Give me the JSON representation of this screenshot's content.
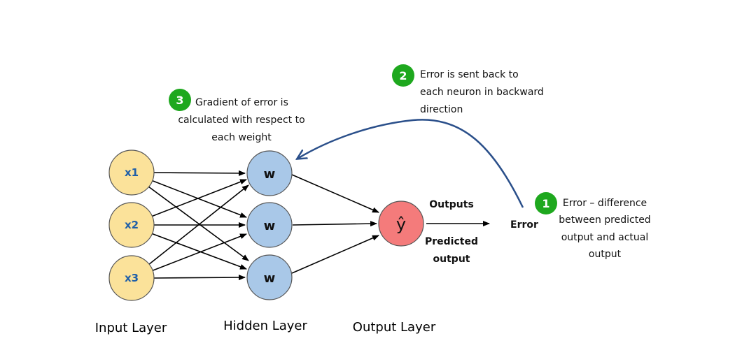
{
  "input_nodes": [
    "x1",
    "x2",
    "x3"
  ],
  "hidden_nodes": [
    "w",
    "w",
    "w"
  ],
  "output_node": "ŷ",
  "layers": {
    "input": "Input Layer",
    "hidden": "Hidden Layer",
    "output": "Output Layer"
  },
  "outputs_label": "Outputs",
  "predicted_output_lines": [
    "Predicted",
    "output"
  ],
  "error_label": "Error",
  "annotations": [
    {
      "badge": "1",
      "lines": [
        "Error – difference",
        "between predicted",
        "output and actual",
        "output"
      ]
    },
    {
      "badge": "2",
      "lines": [
        "Error is sent back to",
        "each neuron in backward",
        "direction"
      ]
    },
    {
      "badge": "3",
      "lines": [
        "Gradient of error is",
        "calculated with respect to",
        "each weight"
      ]
    }
  ],
  "colors": {
    "input_fill": "#fbe29a",
    "hidden_fill": "#a9c8e8",
    "output_fill": "#f47b7b",
    "badge_fill": "#1ea81e",
    "feedback_arrow": "#2a4f8a",
    "input_text": "#1f5fa8"
  }
}
